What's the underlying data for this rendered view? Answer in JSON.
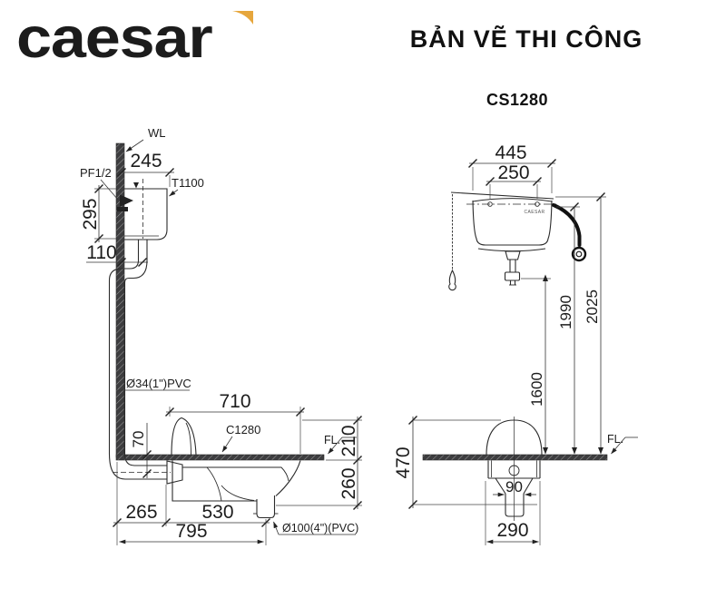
{
  "header": {
    "logo_text": "caesar",
    "title": "BẢN VẼ THI CÔNG",
    "model": "CS1280"
  },
  "colors": {
    "logo_gray": "#77787b",
    "logo_gold": "#e6a63c",
    "line": "#2b2b2b"
  },
  "left_view": {
    "wall_label": "WL",
    "inlet_label": "PF1/2",
    "tank_label": "T1100",
    "pan_label": "C1280",
    "floor_label": "FL.",
    "flush_pipe_label": "Ø34(1\")PVC",
    "outlet_label": "Ø100(4\")(PVC)",
    "dims": {
      "tank_depth": "245",
      "tank_height": "295",
      "pipe_offset": "110",
      "pan_length": "710",
      "pipe_drop": "70",
      "rim_height": "210",
      "below_floor": "260",
      "wall_to_pan": "265",
      "pan_to_outlet": "530",
      "total_length": "795"
    }
  },
  "right_view": {
    "tank_brand": "CAESAR",
    "floor_label": "FL.",
    "dims": {
      "tank_width": "445",
      "bolt_spacing": "250",
      "tank_top_height": "2025",
      "hose_height": "1990",
      "flush_pipe_height": "1600",
      "pan_height": "470",
      "outlet_width": "90",
      "pan_width": "290"
    }
  }
}
